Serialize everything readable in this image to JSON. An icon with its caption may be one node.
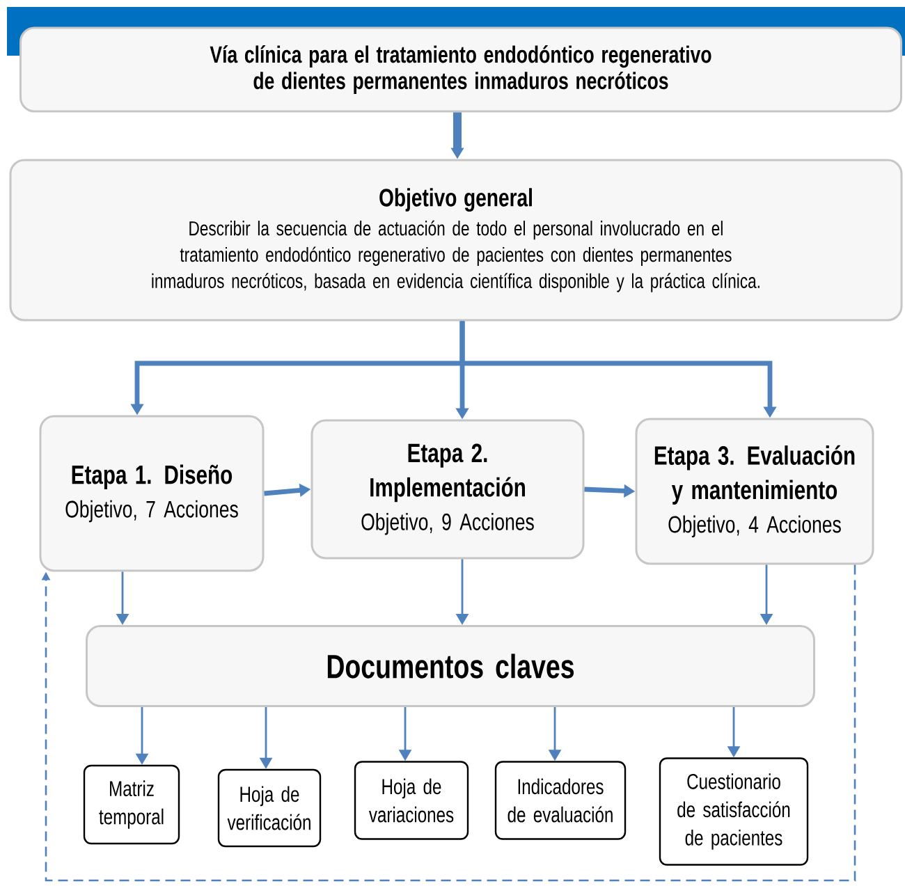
{
  "diagram": {
    "nodes": [
      {
        "text": [
          "Vía clínica para el tratamiento endodóntico regenerativo de dientes permanentes inmaduros necróticos"
        ]
      },
      {
        "text": [
          "Objetivo general",
          "Describir la secuencia de actuación de todo el personal involucrado en el tratamiento endodóntico regenerativo de pacientes con dientes permanentes inmaduros necróticos, basada en evidencia científica disponible y la práctica clínica."
        ]
      },
      {
        "text": [
          "Etapa 1. Diseño",
          "Objetivo, 7 Acciones"
        ]
      },
      {
        "text": [
          "Etapa 2. Implementación",
          "Objetivo, 9 Acciones"
        ]
      },
      {
        "text": [
          "Etapa 3. Evaluación y mantenimiento",
          "Objetivo, 4 Acciones"
        ]
      },
      {
        "text": [
          "Documentos claves"
        ]
      },
      {
        "text": [
          "Matriz temporal"
        ]
      },
      {
        "text": [
          "Hoja de verificación"
        ]
      },
      {
        "text": [
          "Hoja de variaciones"
        ]
      },
      {
        "text": [
          "Indicadores de evaluación"
        ]
      },
      {
        "text": [
          "Cuestionario de satisfacción de pacientes"
        ]
      }
    ],
    "edges": [
      {
        "from": 0,
        "to": 1,
        "arrow": "to",
        "style": "thick"
      },
      {
        "from": 1,
        "to": 2,
        "arrow": "to",
        "style": "thick"
      },
      {
        "from": 1,
        "to": 3,
        "arrow": "to",
        "style": "thick"
      },
      {
        "from": 1,
        "to": 4,
        "arrow": "to",
        "style": "thick"
      },
      {
        "from": 2,
        "to": 3,
        "arrow": "to",
        "style": "thick"
      },
      {
        "from": 3,
        "to": 4,
        "arrow": "to",
        "style": "thick"
      },
      {
        "from": 2,
        "to": 5,
        "arrow": "to"
      },
      {
        "from": 3,
        "to": 5,
        "arrow": "to"
      },
      {
        "from": 4,
        "to": 5,
        "arrow": "to"
      },
      {
        "from": 5,
        "to": 6,
        "arrow": "to"
      },
      {
        "from": 5,
        "to": 7,
        "arrow": "to"
      },
      {
        "from": 5,
        "to": 8,
        "arrow": "to"
      },
      {
        "from": 5,
        "to": 9,
        "arrow": "to"
      },
      {
        "from": 5,
        "to": 10,
        "arrow": "to"
      },
      {
        "from": 4,
        "to": 2,
        "arrow": "to",
        "style": "dashed"
      }
    ]
  }
}
